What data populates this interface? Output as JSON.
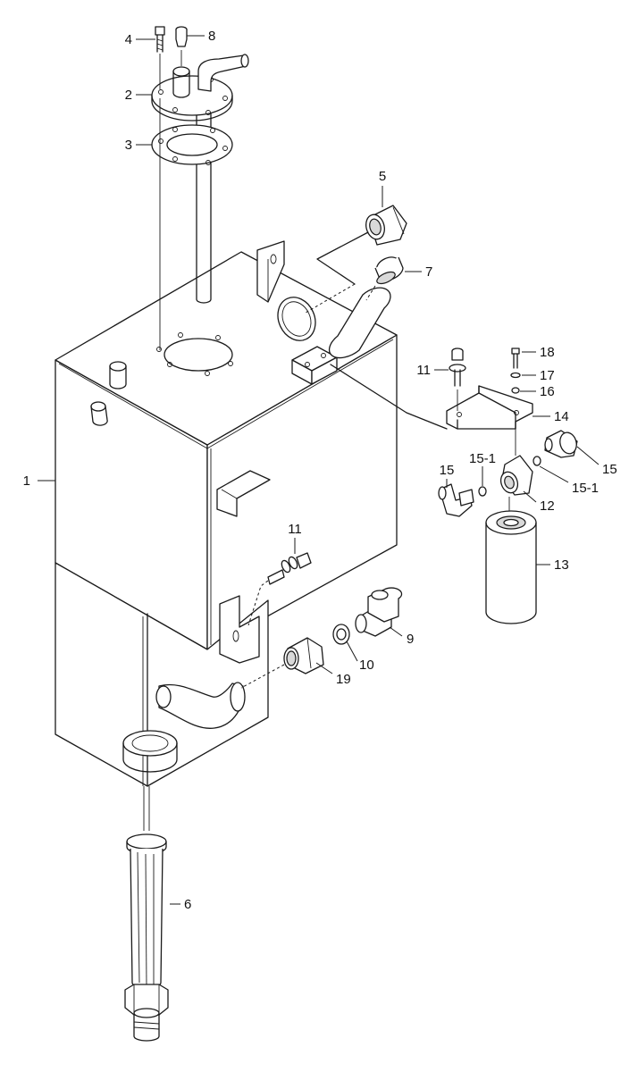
{
  "diagram": {
    "callouts": [
      {
        "id": "c1",
        "label": "1"
      },
      {
        "id": "c2",
        "label": "2"
      },
      {
        "id": "c3",
        "label": "3"
      },
      {
        "id": "c4",
        "label": "4"
      },
      {
        "id": "c5",
        "label": "5"
      },
      {
        "id": "c6",
        "label": "6"
      },
      {
        "id": "c7",
        "label": "7"
      },
      {
        "id": "c8",
        "label": "8"
      },
      {
        "id": "c9",
        "label": "9"
      },
      {
        "id": "c10",
        "label": "10"
      },
      {
        "id": "c11a",
        "label": "11"
      },
      {
        "id": "c11b",
        "label": "11"
      },
      {
        "id": "c12",
        "label": "12"
      },
      {
        "id": "c13",
        "label": "13"
      },
      {
        "id": "c14",
        "label": "14"
      },
      {
        "id": "c15a",
        "label": "15"
      },
      {
        "id": "c15b",
        "label": "15"
      },
      {
        "id": "c151a",
        "label": "15-1"
      },
      {
        "id": "c151b",
        "label": "15-1"
      },
      {
        "id": "c16",
        "label": "16"
      },
      {
        "id": "c17",
        "label": "17"
      },
      {
        "id": "c18",
        "label": "18"
      },
      {
        "id": "c19",
        "label": "19"
      }
    ]
  }
}
